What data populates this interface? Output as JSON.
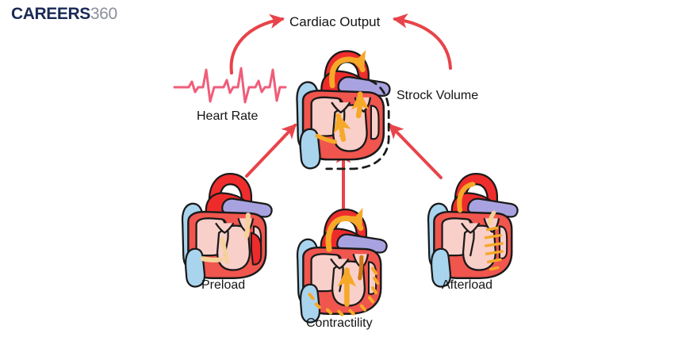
{
  "brand": {
    "name_main": "CAREERS",
    "name_sub": "360"
  },
  "diagram": {
    "type": "concept-map",
    "title": "Cardiac Output",
    "background_color": "#ffffff",
    "arrow_color": "#e8434a",
    "nodes": [
      {
        "id": "cardiac-output",
        "label": "Cardiac Output",
        "kind": "text-node"
      },
      {
        "id": "heart-rate",
        "label": "Heart Rate",
        "kind": "ecg-node"
      },
      {
        "id": "strock-volume",
        "label": "Strock Volume",
        "kind": "heart-node"
      },
      {
        "id": "preload",
        "label": "Preload",
        "kind": "heart-node"
      },
      {
        "id": "contractility",
        "label": "Contractility",
        "kind": "heart-node"
      },
      {
        "id": "afterload",
        "label": "Afterload",
        "kind": "heart-node"
      }
    ],
    "edges": [
      {
        "from": "heart-rate",
        "to": "cardiac-output",
        "style": "curved"
      },
      {
        "from": "strock-volume",
        "to": "cardiac-output",
        "style": "curved"
      },
      {
        "from": "preload",
        "to": "strock-volume",
        "style": "straight"
      },
      {
        "from": "contractility",
        "to": "strock-volume",
        "style": "straight"
      },
      {
        "from": "afterload",
        "to": "strock-volume",
        "style": "straight"
      }
    ]
  },
  "palette": {
    "heart_wall": "#ef4444",
    "heart_wall_dark": "#d62828",
    "chamber": "#f9cfc9",
    "vein_blue": "#a9d4ee",
    "artery_purple": "#a8a3e0",
    "flow_orange": "#f6a828",
    "outline": "#1a1a1a",
    "ecg_pink": "#ef5d7a",
    "arrow_red": "#e8434a",
    "logo_navy": "#1b2a55",
    "logo_gray": "#8b8f99",
    "text": "#141414"
  }
}
